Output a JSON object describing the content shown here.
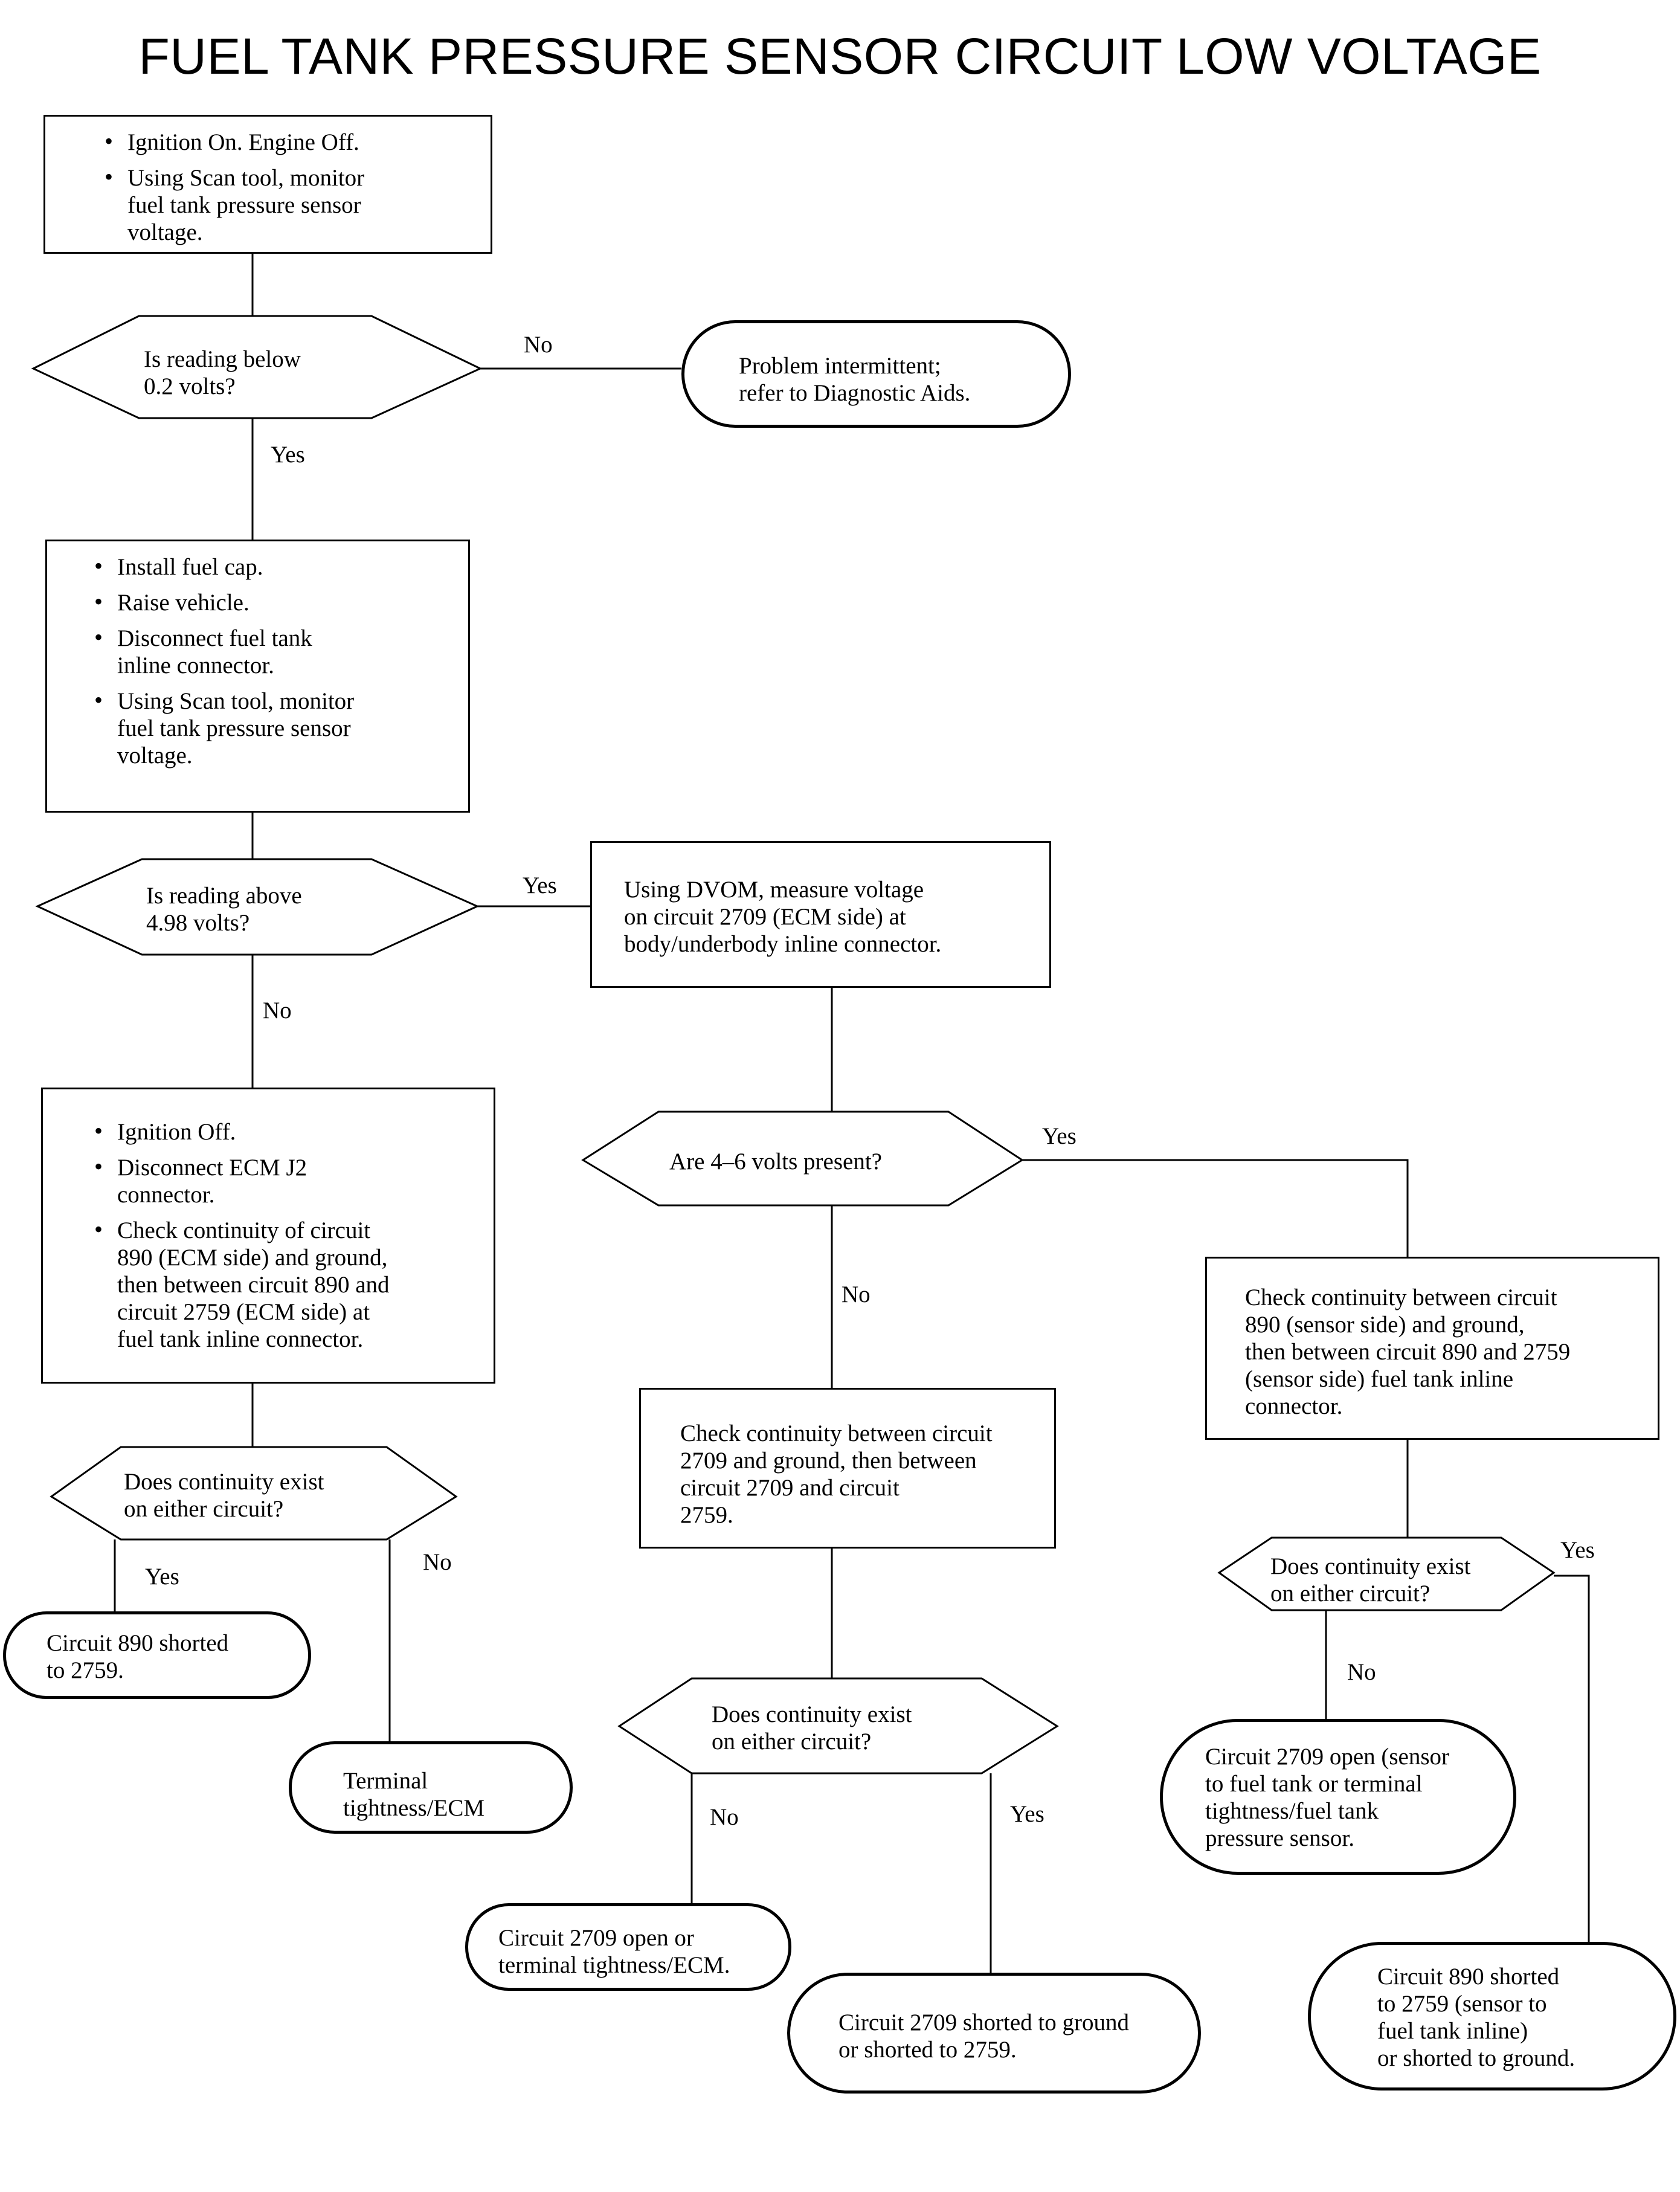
{
  "title": "FUEL TANK PRESSURE SENSOR CIRCUIT LOW VOLTAGE",
  "steps": {
    "s1": [
      "Ignition On. Engine Off.",
      "Using Scan tool, monitor\nfuel tank pressure sensor\nvoltage."
    ],
    "s2": [
      "Install fuel cap.",
      "Raise vehicle.",
      "Disconnect fuel tank\ninline connector.",
      "Using Scan tool, monitor\nfuel tank pressure sensor\nvoltage."
    ],
    "s3": [
      "Ignition Off.",
      "Disconnect ECM J2\nconnector.",
      "Check continuity of circuit\n890 (ECM side) and ground,\nthen between circuit 890 and\ncircuit 2759 (ECM side) at\nfuel tank inline connector."
    ],
    "dvom": "Using DVOM, measure voltage\non circuit 2709 (ECM side) at\nbody/underbody inline connector.",
    "check_2709": "Check continuity between circuit\n2709 and ground, then between\ncircuit 2709 and circuit\n2759.",
    "check_890": "Check continuity between circuit\n890 (sensor side) and ground,\nthen between circuit 890 and 2759\n(sensor side) fuel tank inline\nconnector."
  },
  "decisions": {
    "d1": "Is reading below\n0.2 volts?",
    "d2": "Is reading above\n4.98 volts?",
    "d3": "Are 4–6 volts present?",
    "d4": "Does continuity exist\non either circuit?",
    "d5": "Does continuity exist\non either circuit?",
    "d6": "Does continuity exist\non either circuit?"
  },
  "results": {
    "intermittent": "Problem intermittent;\nrefer to Diagnostic Aids.",
    "c890_short": "Circuit 890 shorted\nto 2759.",
    "terminal": "Terminal\ntightness/ECM",
    "c2709_open": "Circuit 2709 open or\nterminal tightness/ECM.",
    "c2709_short": "Circuit 2709 shorted to ground\nor shorted to 2759.",
    "c2709_open_sensor": "Circuit 2709 open (sensor\nto fuel tank or terminal\ntightness/fuel tank\npressure sensor.",
    "c890_short_sensor": "Circuit 890 shorted\nto 2759 (sensor to\nfuel tank inline)\nor shorted to ground."
  },
  "labels": {
    "d1_no": "No",
    "d1_yes": "Yes",
    "d2_yes": "Yes",
    "d2_no": "No",
    "d3_yes": "Yes",
    "d3_no": "No",
    "d4_yes": "Yes",
    "d4_no": "No",
    "d5_no": "No",
    "d5_yes": "Yes",
    "d6_yes": "Yes",
    "d6_no": "No"
  }
}
